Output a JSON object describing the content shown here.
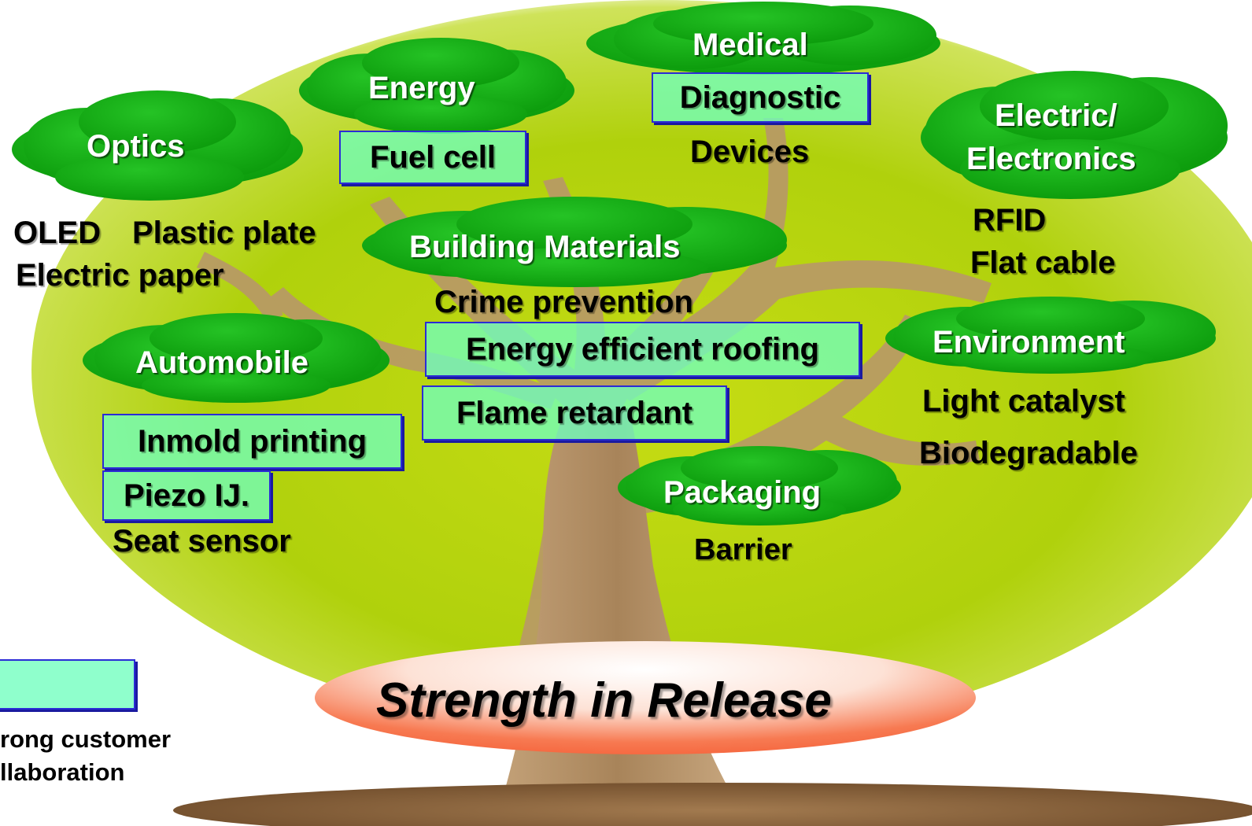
{
  "colors": {
    "cloud_green": "#0ea80e",
    "highlight_fill": "#7dffc4",
    "highlight_border": "#2b2bd6",
    "background_glow": "#b5d40a",
    "trunk": "#b38d5e",
    "banner": "#f5623a"
  },
  "categories": {
    "optics": "Optics",
    "energy": "Energy",
    "medical": "Medical",
    "electric_line1": "Electric/",
    "electric_line2": "Electronics",
    "building": "Building Materials",
    "automobile": "Automobile",
    "environment": "Environment",
    "packaging": "Packaging"
  },
  "applications": {
    "oled": "OLED",
    "plastic_plate": "Plastic plate",
    "electric_paper": "Electric paper",
    "fuel_cell": "Fuel cell",
    "diagnostic": "Diagnostic",
    "devices": "Devices",
    "rfid": "RFID",
    "flat_cable": "Flat cable",
    "crime_prevention": "Crime prevention",
    "energy_roofing": "Energy efficient roofing",
    "flame_retardant": "Flame retardant",
    "light_catalyst": "Light catalyst",
    "biodegradable": "Biodegradable",
    "inmold_printing": "Inmold printing",
    "piezo": "Piezo IJ.",
    "seat_sensor": "Seat sensor",
    "barrier": "Barrier"
  },
  "banner": "Strength in Release",
  "legend": {
    "line1": "rong customer",
    "line2": "llaboration"
  }
}
